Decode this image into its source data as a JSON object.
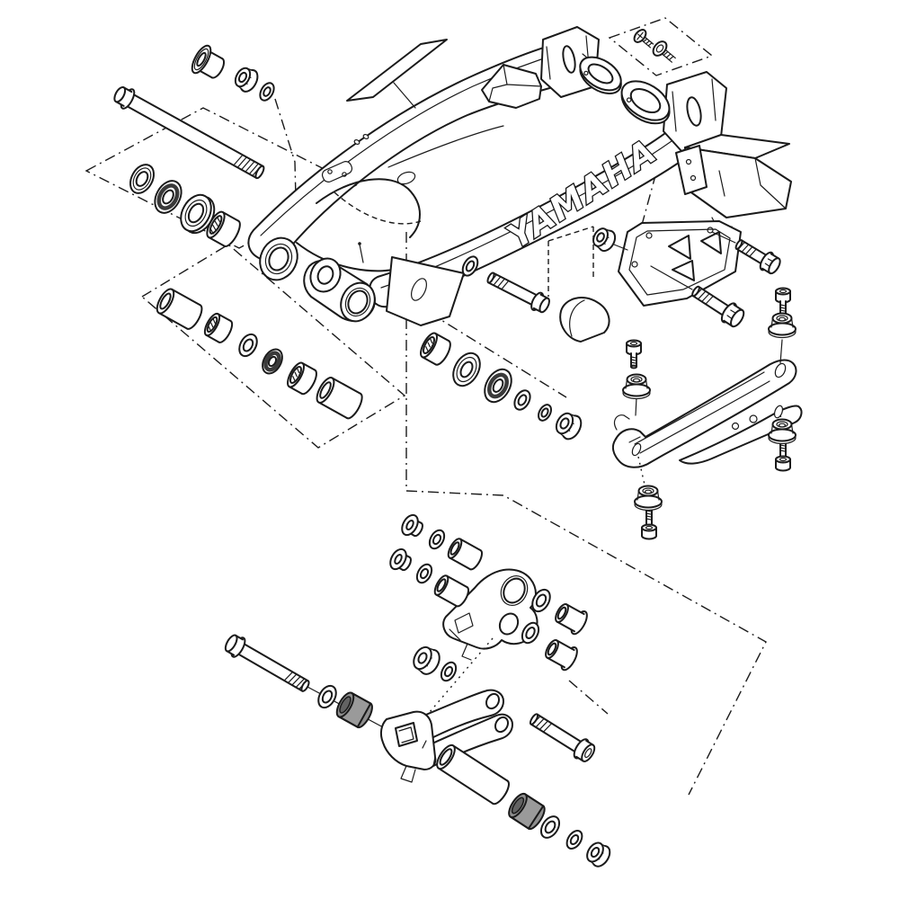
{
  "diagram": {
    "type": "exploded-parts-diagram",
    "subject": "Motorcycle rear swingarm, chain guide and rear suspension relay-arm linkage",
    "style": "black line art on white background, isometric exploded view with dash-dot callout panels",
    "brand_label": "YAMAHA",
    "colors": {
      "line": "#1a1a1a",
      "background": "#ffffff",
      "highlighted_part_fill": "#8f8f8f",
      "seal_band": "#3a3a3a"
    },
    "groups": [
      {
        "name": "pivot-shaft-group",
        "parts": [
          "pivot-shaft",
          "thrust-cap-collar",
          "flange-nut",
          "washer",
          "ball-bearing",
          "oil-seal",
          "bearing-cover",
          "needle-bearing"
        ]
      },
      {
        "name": "pivot-bushing-set",
        "parts": [
          "spacer-collar",
          "needle-bearing",
          "oil-seal",
          "oil-seal",
          "needle-bearing",
          "spacer-collar"
        ]
      },
      {
        "name": "swingarm",
        "parts": [
          "left-arm",
          "right-arm",
          "cross-brace",
          "front-pivot-bosses",
          "axle-end-left",
          "axle-end-right",
          "mount-bracket",
          "top-rib-guard"
        ]
      },
      {
        "name": "guard-plate-set",
        "parts": [
          "small-screw",
          "small-screw",
          "guard-plate-small",
          "guard-plate-large"
        ]
      },
      {
        "name": "center-hardware",
        "parts": [
          "pivot-bolt",
          "washer",
          "end-cap-wedge",
          "needle-bearing",
          "oil-seal",
          "oil-seal",
          "washer",
          "washer",
          "flange-nut"
        ]
      },
      {
        "name": "chain-guide",
        "parts": [
          "chain-guide-block",
          "chain-guide-bracket",
          "flange-nut",
          "flange-bolt",
          "flange-bolt"
        ]
      },
      {
        "name": "chain-slider-rails",
        "parts": [
          "slider-rail-grooved",
          "slider-arm-flat",
          "rubber-grommet",
          "rubber-grommet",
          "rubber-grommet",
          "rubber-grommet",
          "socket-bolt",
          "socket-bolt",
          "socket-bolt",
          "socket-bolt"
        ]
      },
      {
        "name": "relay-arm-group",
        "parts": [
          "relay-arm",
          "cap-bushing",
          "cap-bushing",
          "oil-seal",
          "oil-seal",
          "oil-seal",
          "oil-seal",
          "spacer-collar",
          "spacer-collar",
          "shoulder-bushing",
          "shoulder-bushing",
          "flange-nut",
          "washer"
        ]
      },
      {
        "name": "connecting-link-group",
        "parts": [
          "link-bracket",
          "long-link-bolt",
          "link-bolt",
          "oil-seal",
          "oil-seal",
          "highlighted-bushing",
          "highlighted-bushing",
          "collar-tube",
          "washer",
          "lock-nut"
        ]
      }
    ],
    "highlighted_parts": [
      "front-link-bushing",
      "rear-link-bushing"
    ],
    "callouts": "unlabeled dash-dot panels and thin leader lines"
  }
}
